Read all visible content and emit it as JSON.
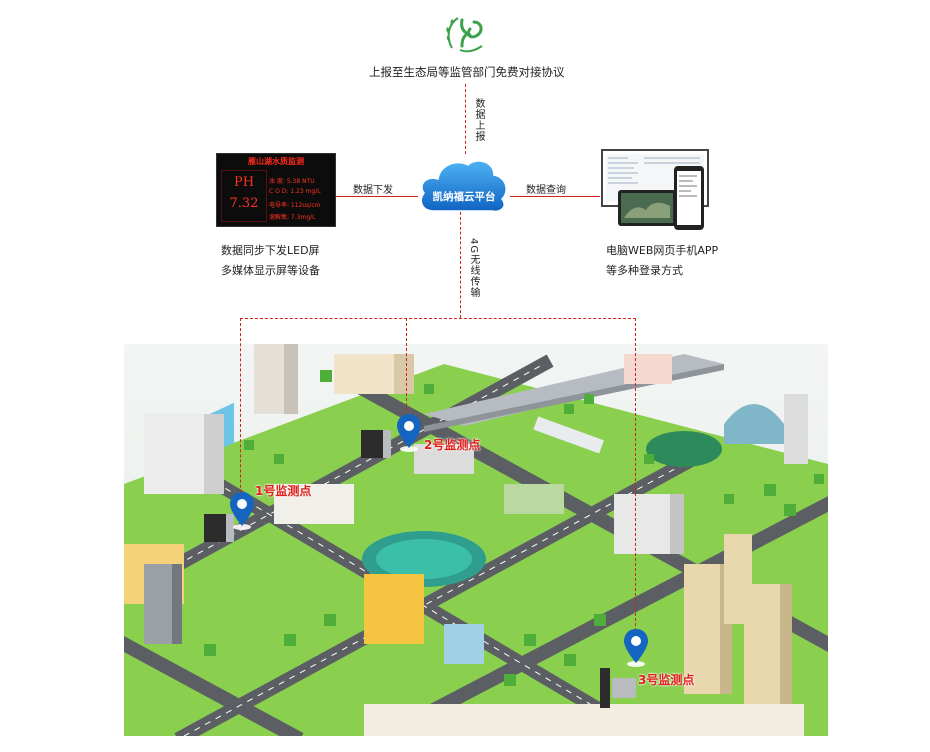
{
  "top": {
    "caption": "上报至生态局等监管部门免费对接协议",
    "uplink_label": "数据上报"
  },
  "platform": {
    "name": "凯纳福云平台"
  },
  "left": {
    "link_label": "数据下发",
    "caption_line1": "数据同步下发LED屏",
    "caption_line2": "多媒体显示屏等设备",
    "led": {
      "title": "雁山湖水质监测",
      "ph_label": "PH",
      "ph_value": "7.32",
      "rows": [
        "浊  度: 5.38 NTU",
        "C O D: 1.23 mg/L",
        "电导率: 112us/cm",
        "溶解氧: 7.3mg/L"
      ]
    }
  },
  "right": {
    "link_label": "数据查询",
    "caption_line1": "电脑WEB网页手机APP",
    "caption_line2": "等多种登录方式"
  },
  "downlink_label": "4G无线传输",
  "monitor_points": [
    {
      "label": "1号监测点"
    },
    {
      "label": "2号监测点"
    },
    {
      "label": "3号监测点"
    }
  ],
  "colors": {
    "line": "#d0221b",
    "label_red": "#e0201a",
    "cloud": "#1a7fd6",
    "grass": "#7ac943",
    "road": "#5f6368",
    "water": "#33b5a5",
    "marker": "#1565c0"
  },
  "icons": [
    "logo-icon",
    "cloud-icon",
    "map-pin-icon",
    "monitor-icon",
    "phone-icon",
    "sensor-icon"
  ]
}
